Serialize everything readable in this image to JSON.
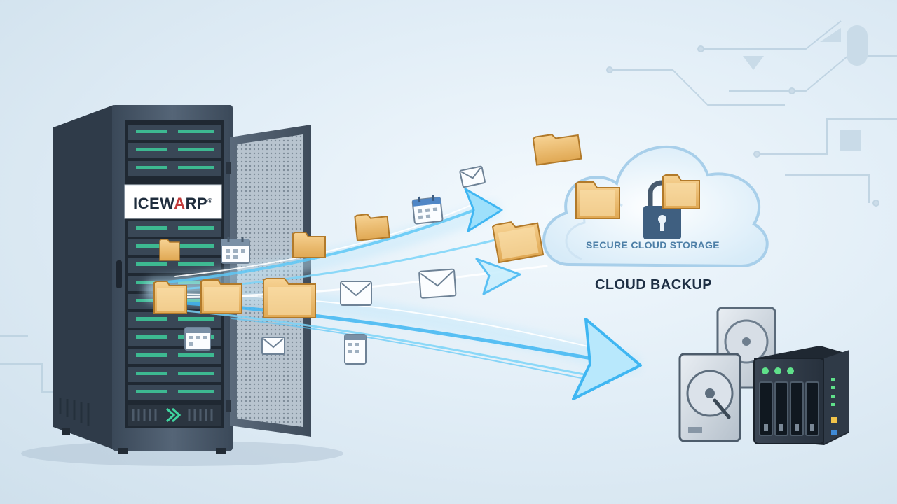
{
  "brand": {
    "logo_text": "ICEWARP",
    "logo_text_main": "ICEW",
    "logo_text_accent": "A",
    "logo_text_end": "RP",
    "registered_mark": "®"
  },
  "cloud": {
    "storage_label": "SECURE CLOUD STORAGE",
    "backup_label": "CLOUD BACKUP"
  },
  "colors": {
    "flow_stream": "#3fb6f2",
    "folder": "#f2c274",
    "server_body": "#4b5a6c",
    "accent_red": "#c33b3b"
  },
  "icons": {
    "server": "server-rack-icon",
    "folder": "folder-icon",
    "envelope": "envelope-icon",
    "calendar": "calendar-icon",
    "padlock": "padlock-icon",
    "cloud": "cloud-icon",
    "hdd": "hard-drive-icon",
    "nas": "nas-device-icon"
  }
}
